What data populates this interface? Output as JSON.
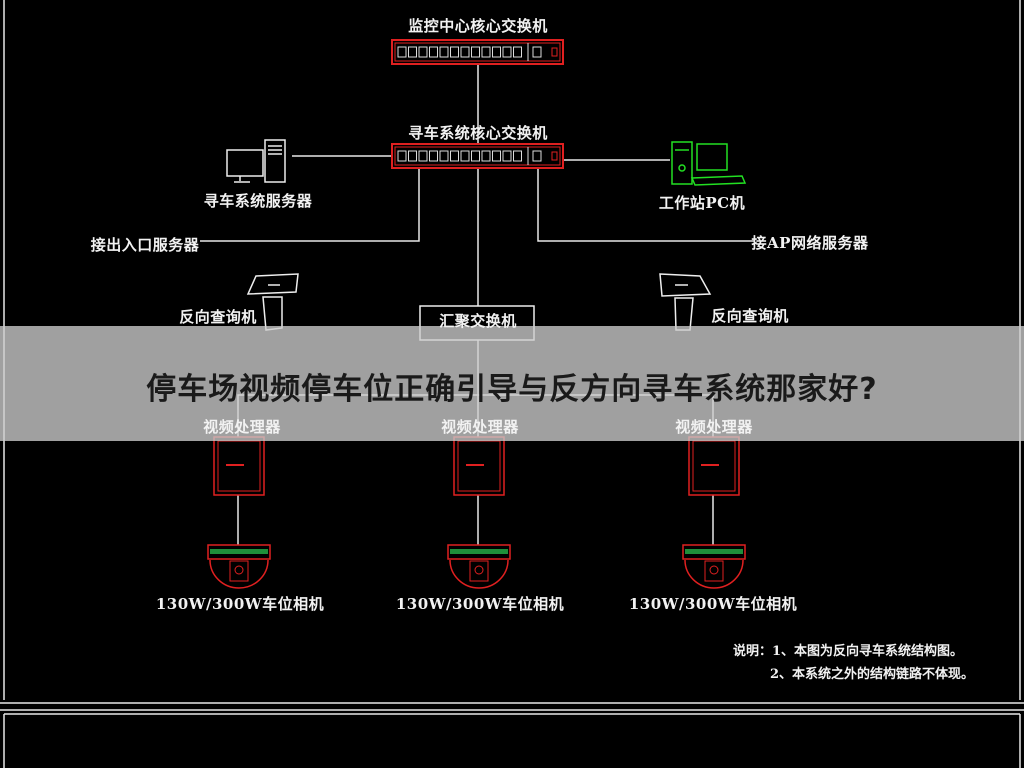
{
  "diagram": {
    "core_switch_monitor": "监控中心核心交换机",
    "core_switch_search": "寻车系统核心交换机",
    "search_server": "寻车系统服务器",
    "workstation": "工作站PC机",
    "entry_server": "接出入口服务器",
    "ap_server": "接AP网络服务器",
    "kiosk_left": "反向查询机",
    "kiosk_right": "反向查询机",
    "aggregation_switch": "汇聚交换机",
    "processors": [
      "视频处理器",
      "视频处理器",
      "视频处理器"
    ],
    "cameras": [
      "130W/300W车位相机",
      "130W/300W车位相机",
      "130W/300W车位相机"
    ],
    "notes": [
      "说明：1、本图为反向寻车系统结构图。",
      "2、本系统之外的结构链路不体现。"
    ]
  },
  "banner": {
    "title": "停车场视频停车位正确引导与反方向寻车系统那家好?"
  },
  "colors": {
    "switch": "#e02020",
    "workstation": "#22e022",
    "line": "#e8e8e8",
    "camera_stripe": "#1f8f3a"
  }
}
